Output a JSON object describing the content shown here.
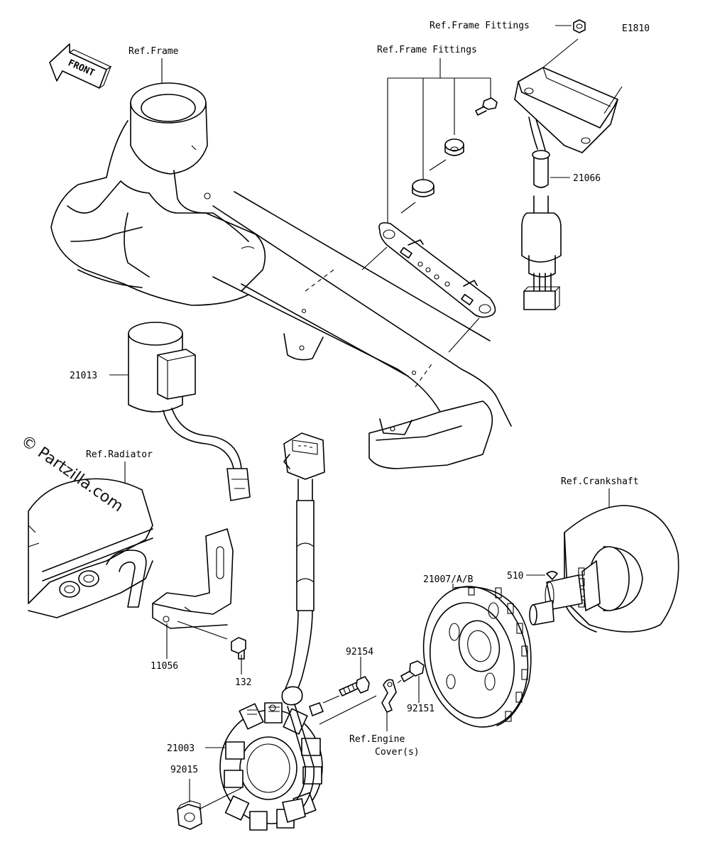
{
  "diagram_id": "E1810",
  "watermark": "© Partzilla.com",
  "front_label": "FRONT",
  "labels": {
    "ref_frame": "Ref.Frame",
    "ref_frame_fittings_top": "Ref.Frame Fittings",
    "ref_frame_fittings": "Ref.Frame Fittings",
    "ref_radiator": "Ref.Radiator",
    "ref_crankshaft": "Ref.Crankshaft",
    "ref_engine_cover_line1": "Ref.Engine",
    "ref_engine_cover_line2": "Cover(s)"
  },
  "parts": {
    "p21066": "21066",
    "p21013": "21013",
    "p11056": "11056",
    "p132": "132",
    "p21007": "21007/A/B",
    "p510": "510",
    "p92154": "92154",
    "p92151": "92151",
    "p21003": "21003",
    "p92015": "92015"
  }
}
